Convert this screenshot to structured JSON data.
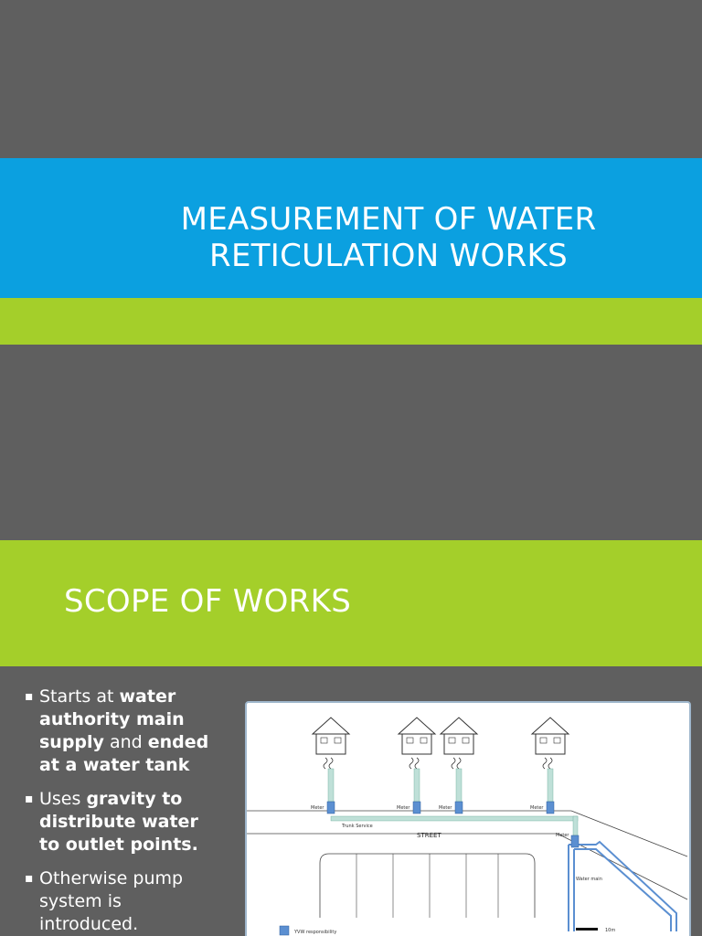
{
  "slide1": {
    "title_line1": "MEASUREMENT OF WATER",
    "title_line2": "RETICULATION WORKS"
  },
  "slide2": {
    "heading": "SCOPE OF WORKS",
    "bullets": [
      {
        "parts": [
          {
            "t": "Starts at ",
            "b": false
          },
          {
            "t": "water authority main supply",
            "b": true
          },
          {
            "t": " and ",
            "b": false
          },
          {
            "t": "ended at a water tank",
            "b": true
          }
        ]
      },
      {
        "parts": [
          {
            "t": "Uses ",
            "b": false
          },
          {
            "t": "gravity to distribute water to outlet points.",
            "b": true
          }
        ]
      },
      {
        "parts": [
          {
            "t": "Otherwise pump system is introduced.",
            "b": false
          }
        ]
      }
    ],
    "diagram": {
      "street_label": "STREET",
      "meter_label": "Meter",
      "trunk_service_label": "Trunk Service",
      "water_main_label": "Water main",
      "legend_label": "YVW responsibility",
      "scale_label": "10m"
    }
  },
  "colors": {
    "background": "#5f5f5f",
    "blue_band": "#0ba0e0",
    "green_band": "#a4cf2a",
    "pipe": "#bfe0d8",
    "meter": "#5b8fd1"
  }
}
